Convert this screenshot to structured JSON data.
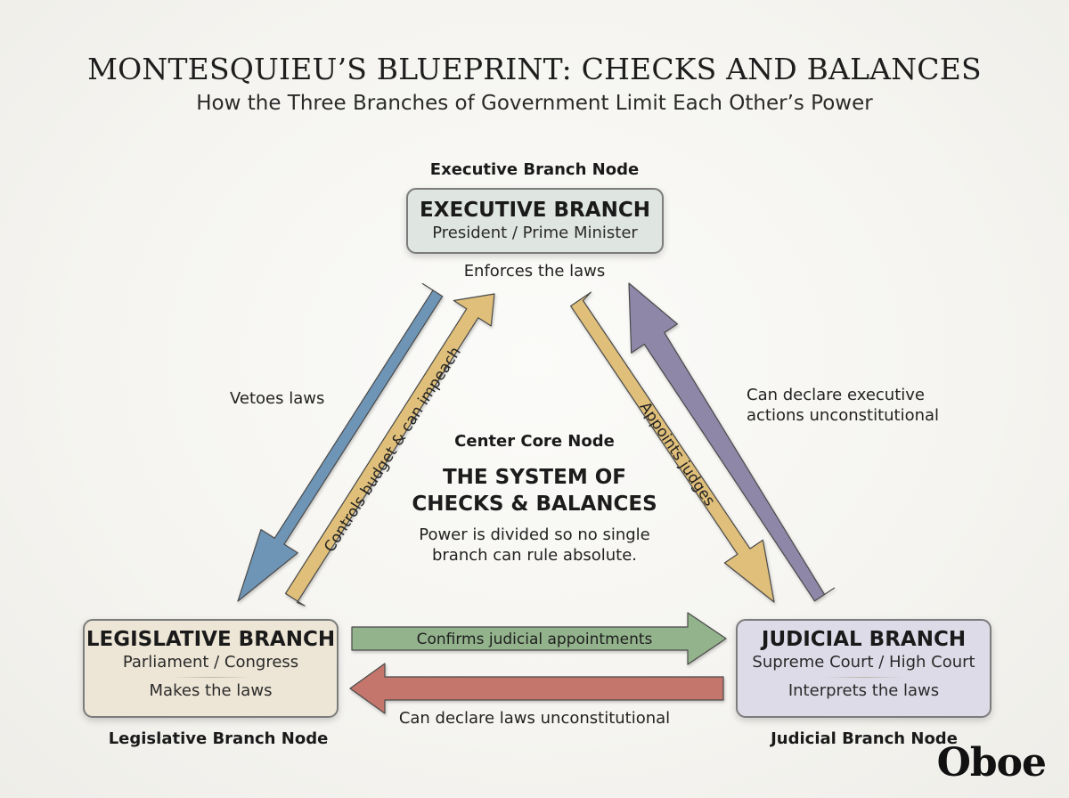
{
  "title": "MONTESQUIEU’S BLUEPRINT: CHECKS AND BALANCES",
  "subtitle": "How the Three Branches of Government Limit Each Other’s Power",
  "nodes": {
    "executive": {
      "node_label": "Executive Branch Node",
      "name": "EXECUTIVE BRANCH",
      "sub": "President / Prime Minister",
      "role": "Enforces the laws",
      "color": "#dfe5e0"
    },
    "legislative": {
      "node_label": "Legislative Branch Node",
      "name": "LEGISLATIVE BRANCH",
      "sub": "Parliament / Congress",
      "role": "Makes the laws",
      "color": "#ede6d6"
    },
    "judicial": {
      "node_label": "Judicial Branch Node",
      "name": "JUDICIAL BRANCH",
      "sub": "Supreme Court / High Court",
      "role": "Interprets the laws",
      "color": "#dedbe8"
    }
  },
  "center": {
    "node_label": "Center Core Node",
    "title_line1": "THE SYSTEM OF",
    "title_line2": "CHECKS & BALANCES",
    "desc_line1": "Power is divided so no single",
    "desc_line2": "branch can rule absolute."
  },
  "arrows": {
    "vetoes": {
      "label": "Vetoes laws",
      "color": "#6e95b6"
    },
    "budget": {
      "label": "Controls budget & can impeach",
      "color": "#dfbf7a"
    },
    "appoints": {
      "label": "Appoints judges",
      "color": "#dfbf7a"
    },
    "exec_unconst": {
      "line1": "Can declare executive",
      "line2": "actions unconstitutional",
      "color": "#8e87a8"
    },
    "confirms": {
      "label": "Confirms judicial appointments",
      "color": "#93b38c"
    },
    "laws_unconst": {
      "label": "Can declare laws unconstitutional",
      "color": "#c4766c"
    }
  },
  "logo": "Oboe"
}
